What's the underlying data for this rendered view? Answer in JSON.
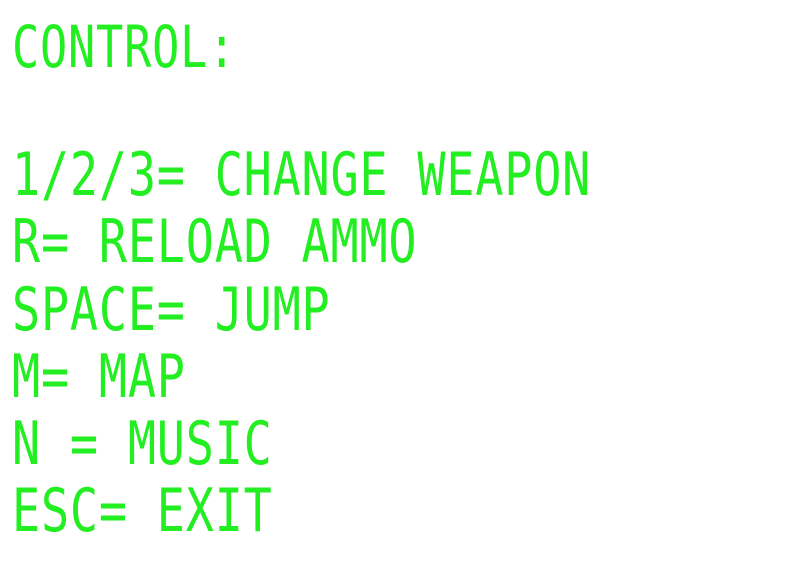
{
  "screen": {
    "title": "CONTROL:",
    "text_color": "#22ee22",
    "background_color": "#ffffff",
    "controls": [
      "1/2/3= CHANGE WEAPON",
      "R= RELOAD AMMO",
      "SPACE= JUMP",
      "M= MAP",
      "N = MUSIC",
      "ESC= EXIT"
    ]
  }
}
